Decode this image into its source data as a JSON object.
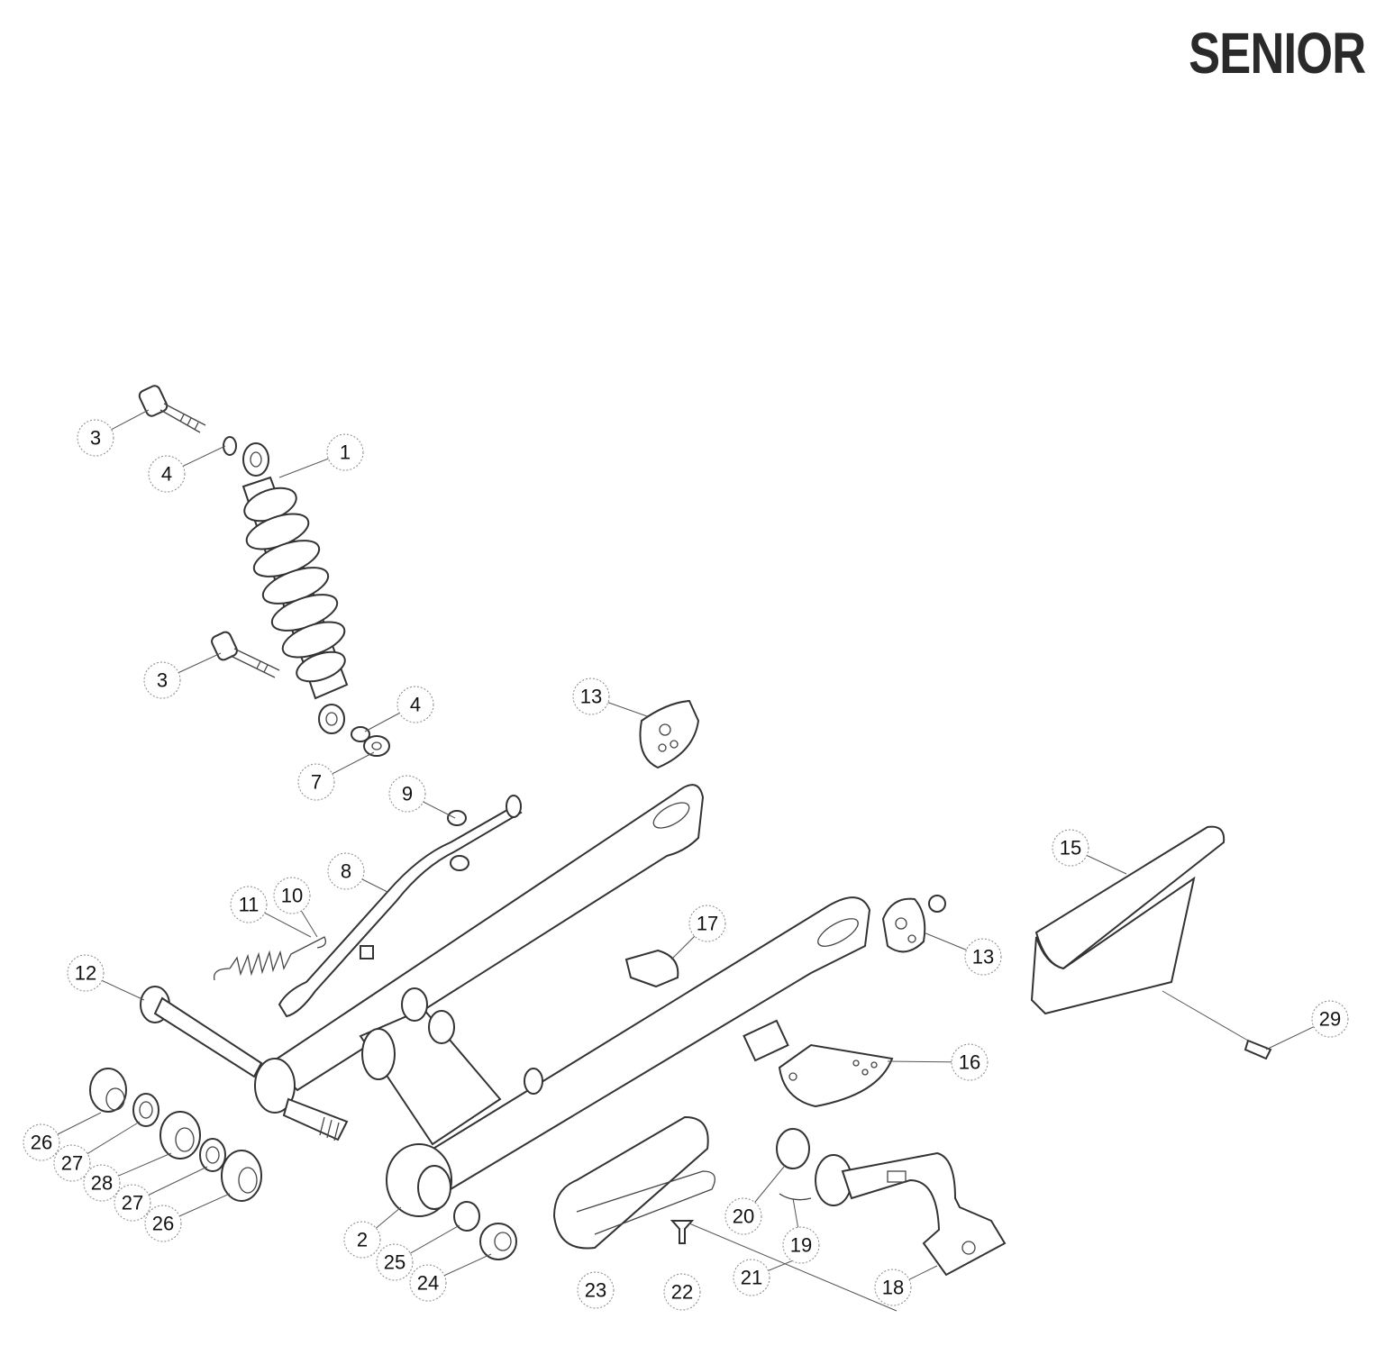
{
  "title": "SENIOR",
  "callouts": [
    "3",
    "4",
    "1",
    "3",
    "4",
    "7",
    "13",
    "9",
    "8",
    "10",
    "11",
    "12",
    "17",
    "15",
    "13",
    "29",
    "16",
    "26",
    "27",
    "28",
    "27",
    "26",
    "2",
    "25",
    "24",
    "23",
    "22",
    "21",
    "20",
    "19",
    "18"
  ]
}
